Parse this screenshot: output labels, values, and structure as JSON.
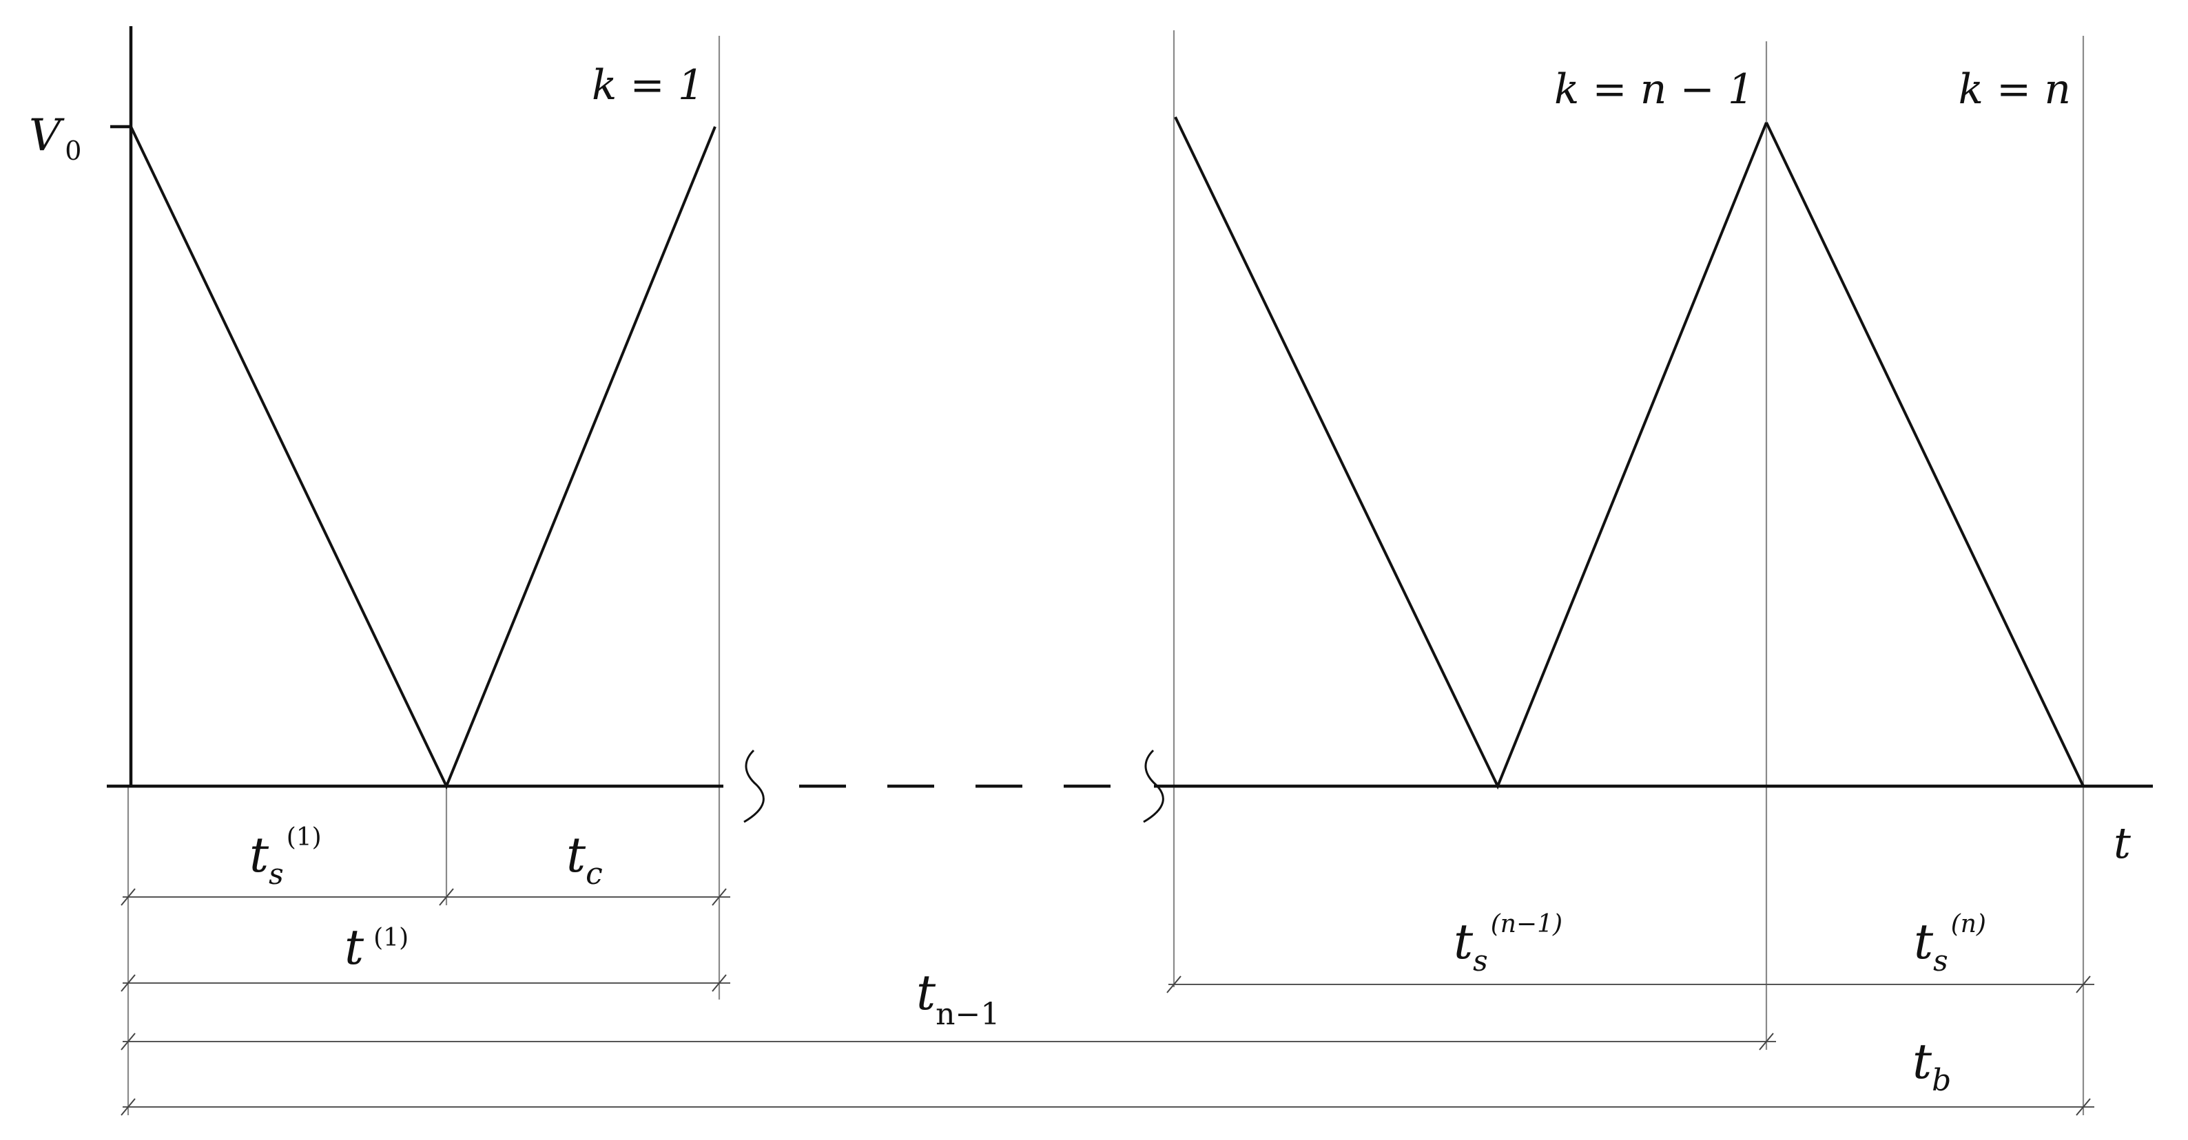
{
  "axis": {
    "y_label": "V",
    "y_label_sub": "0",
    "x_label": "t"
  },
  "pulses": {
    "first": {
      "k_label": "k = 1"
    },
    "second_last": {
      "k_label": "k = n − 1"
    },
    "last": {
      "k_label": "k = n"
    }
  },
  "dimensions": {
    "ts1": {
      "base": "t",
      "sub": "s",
      "sup": "(1)"
    },
    "tc": {
      "base": "t",
      "sub": "c"
    },
    "t1": {
      "base": "t",
      "sup": "(1)"
    },
    "tn1": {
      "base": "t",
      "sub": "n−1"
    },
    "tsn1": {
      "base": "t",
      "sub": "s",
      "sup": "(n−1)"
    },
    "tsn": {
      "base": "t",
      "sub": "s",
      "sup": "(n)"
    },
    "tb": {
      "base": "t",
      "sub": "b"
    }
  }
}
